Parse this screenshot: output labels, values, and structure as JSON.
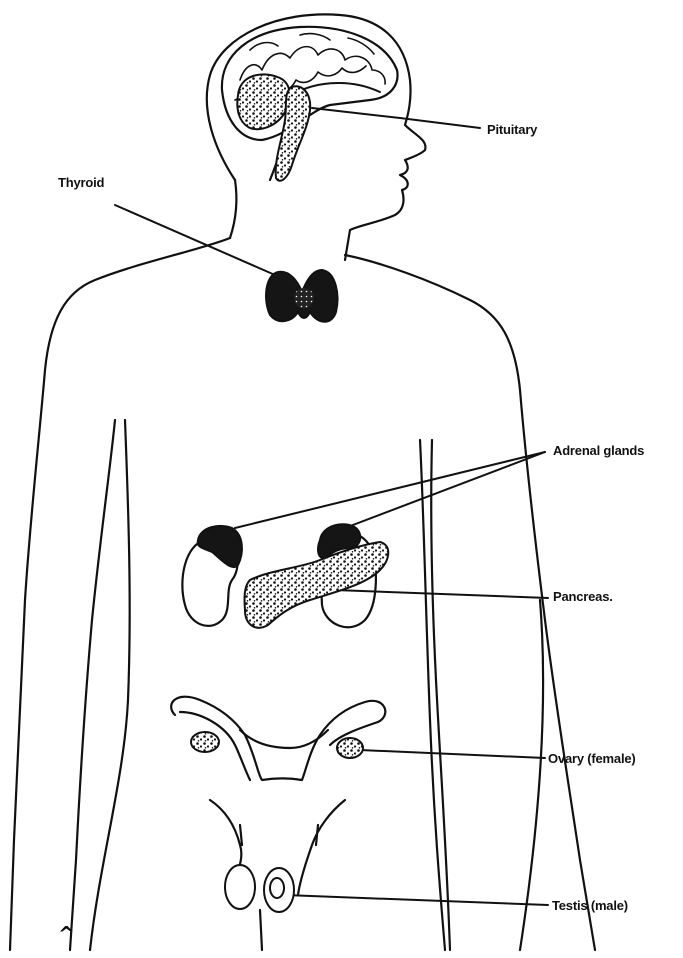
{
  "labels": {
    "pituitary": "Pituitary",
    "thyroid": "Thyroid",
    "adrenal": "Adrenal glands",
    "pancreas": "Pancreas.",
    "ovary": "Ovary (female)",
    "testis": "Testis (male)"
  },
  "corner_mark": "^",
  "colors": {
    "ink": "#111111",
    "background": "#ffffff"
  }
}
